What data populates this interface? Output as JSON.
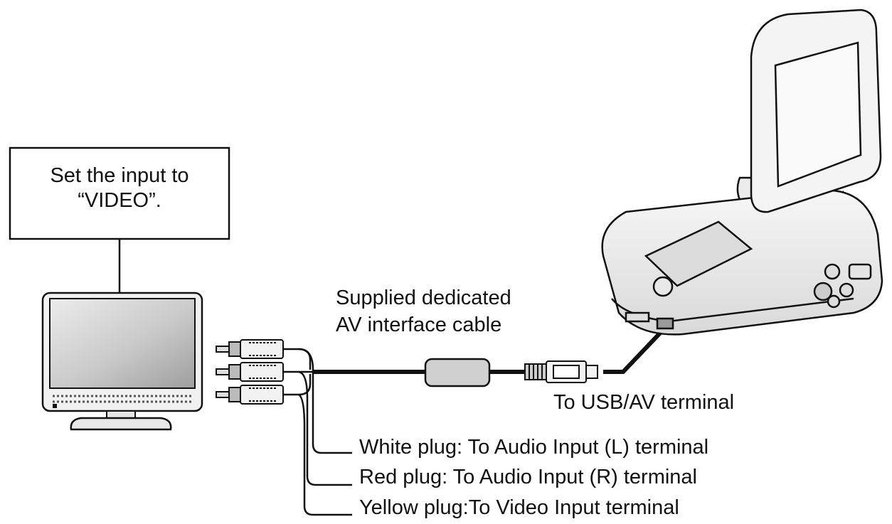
{
  "callout": {
    "line1": "Set the input to",
    "line2": "“VIDEO”."
  },
  "cable": {
    "line1": "Supplied dedicated",
    "line2": "AV interface cable"
  },
  "terminal_label": "To USB/AV terminal",
  "plugs": [
    {
      "label": "White plug: To Audio Input (L) terminal"
    },
    {
      "label": "Red plug: To Audio Input (R) terminal"
    },
    {
      "label": "Yellow plug:To Video Input terminal"
    }
  ],
  "icons": {
    "tv": "television-icon",
    "camera": "camcorder-icon",
    "plugs": "rca-plug-icon",
    "connector": "usb-av-connector-icon"
  },
  "colors": {
    "line": "#111111",
    "screen_light": "#e6e6e6",
    "screen_dark": "#a9a9a9",
    "body_fill": "#f2f2f2"
  }
}
